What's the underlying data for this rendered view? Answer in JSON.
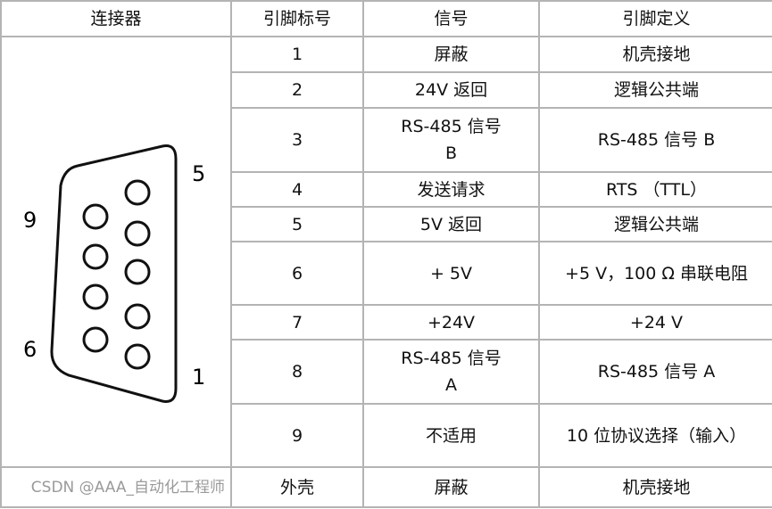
{
  "headers": [
    "连接器",
    "引脚标号",
    "信号",
    "引脚定义"
  ],
  "rows": [
    {
      "pin": "1",
      "signal": "屏蔽",
      "definition": "机壳接地"
    },
    {
      "pin": "2",
      "signal": "24V 返回",
      "definition": "逻辑公共端"
    },
    {
      "pin": "3",
      "signal": "RS-485 信号 B",
      "definition": "RS-485 信号 B"
    },
    {
      "pin": "4",
      "signal": "发送请求",
      "definition": "RTS （TTL）"
    },
    {
      "pin": "5",
      "signal": "5V 返回",
      "definition": "逻辑公共端"
    },
    {
      "pin": "6",
      "signal": "+ 5V",
      "definition": "+5 V，100 Ω 串联电阻"
    },
    {
      "pin": "7",
      "signal": "+24V",
      "definition": "+24 V"
    },
    {
      "pin": "8",
      "signal": "RS-485 信号 A",
      "definition": "RS-485 信号 A"
    },
    {
      "pin": "9",
      "signal": "不适用",
      "definition": "10 位协议选择（输入）"
    },
    {
      "pin": "外壳",
      "signal": "屏蔽",
      "definition": "机壳接地"
    }
  ],
  "connector_labels": {
    "top_right": "5",
    "top_left": "9",
    "bottom_left": "6",
    "bottom_right": "1"
  },
  "watermark": "CSDN @AAA_自动化工程师"
}
